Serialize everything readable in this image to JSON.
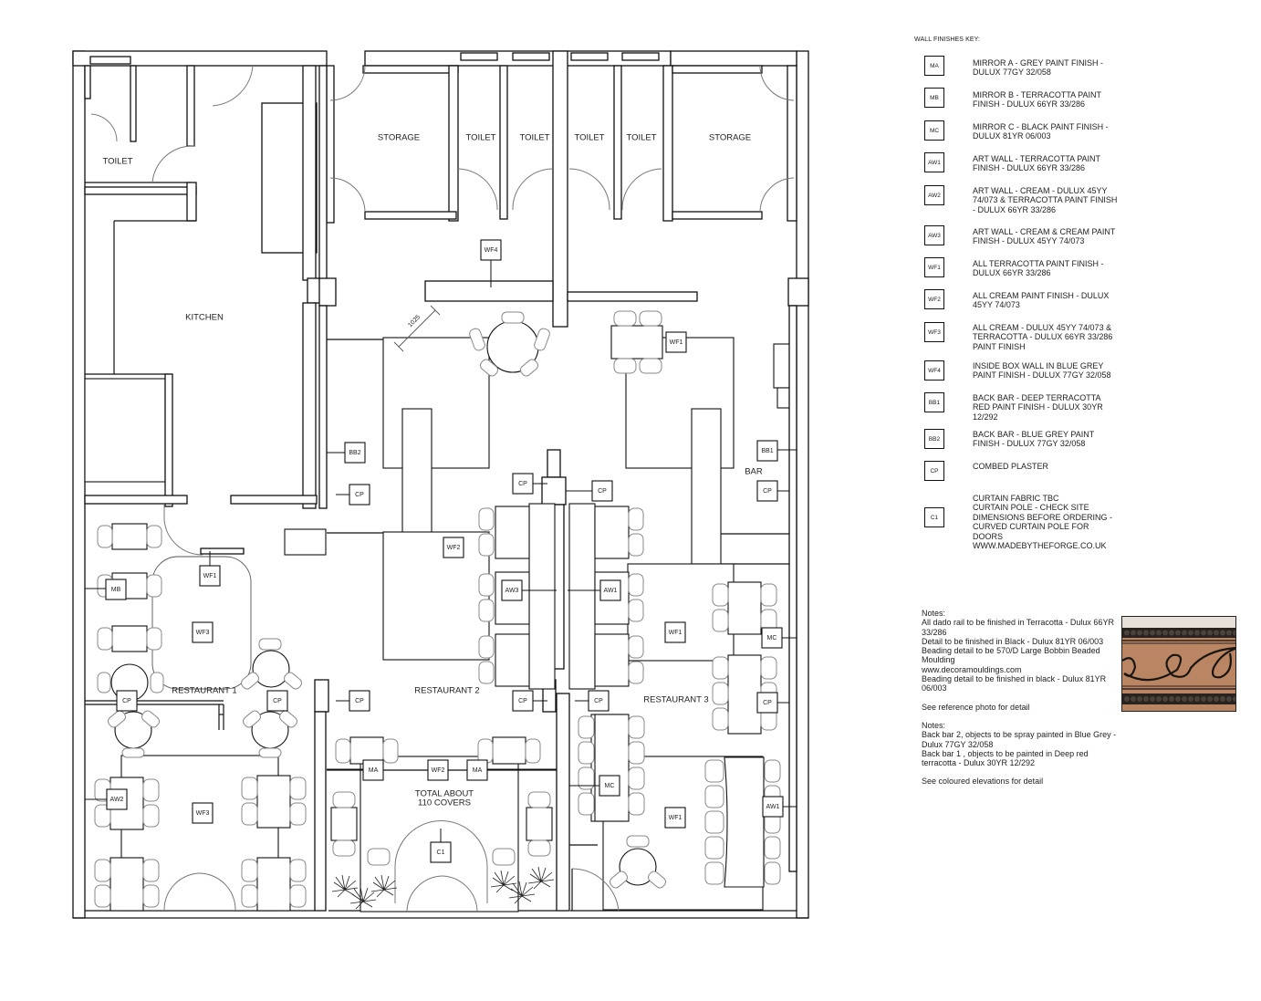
{
  "plan": {
    "rooms": {
      "toilet_left": "TOILET",
      "kitchen": "KITCHEN",
      "storage_1": "STORAGE",
      "toilet_1": "TOILET",
      "toilet_2": "TOILET",
      "toilet_3": "TOILET",
      "toilet_4": "TOILET",
      "storage_2": "STORAGE",
      "bar": "BAR",
      "restaurant_1": "RESTAURANT 1",
      "restaurant_2": "RESTAURANT 2",
      "restaurant_3": "RESTAURANT 3",
      "covers_line1": "TOTAL ABOUT",
      "covers_line2": "110 COVERS"
    },
    "dimension": "1025",
    "tags": {
      "wf4": "WF4",
      "wf1_top": "WF1",
      "bb2": "BB2",
      "bb1": "BB1",
      "cp_r2_left_upper": "CP",
      "cp_center_left_upper": "CP",
      "cp_center_right_upper": "CP",
      "cp_bar": "CP",
      "wf2_upper": "WF2",
      "aw3": "AW3",
      "aw1": "AW1",
      "wf1_r1": "WF1",
      "mb": "MB",
      "wf3_r1": "WF3",
      "wf1_r3": "WF1",
      "mc_r3": "MC",
      "cp_r1_left": "CP",
      "cp_r1_right": "CP",
      "cp_r2_left_lower": "CP",
      "cp_center_left_lower": "CP",
      "cp_center_right_lower": "CP",
      "cp_r3_right": "CP",
      "ma_left": "MA",
      "wf2_lower": "WF2",
      "ma_right": "MA",
      "c1": "C1",
      "aw2": "AW2",
      "wf3_lower": "WF3",
      "mc_lower": "MC",
      "wf1_lower": "WF1",
      "aw_lower_right": "AW1"
    }
  },
  "key": {
    "title": "WALL FINISHES KEY:",
    "items": [
      {
        "code": "MA",
        "desc": "MIRROR A - GREY PAINT FINISH - DULUX 77GY 32/058"
      },
      {
        "code": "MB",
        "desc": "MIRROR B - TERRACOTTA PAINT FINISH - DULUX 66YR 33/286"
      },
      {
        "code": "MC",
        "desc": "MIRROR C - BLACK PAINT FINISH - DULUX 81YR 06/003"
      },
      {
        "code": "AW1",
        "desc": "ART WALL - TERRACOTTA PAINT FINISH - DULUX 66YR 33/286"
      },
      {
        "code": "AW2",
        "desc": "ART WALL - CREAM - DULUX 45YY 74/073 & TERRACOTTA PAINT FINISH - DULUX 66YR 33/286"
      },
      {
        "code": "AW3",
        "desc": "ART WALL - CREAM & CREAM PAINT FINISH - DULUX 45YY 74/073"
      },
      {
        "code": "WF1",
        "desc": "ALL TERRACOTTA PAINT FINISH - DULUX 66YR 33/286"
      },
      {
        "code": "WF2",
        "desc": "ALL CREAM PAINT FINISH - DULUX 45YY 74/073"
      },
      {
        "code": "WF3",
        "desc": "ALL CREAM - DULUX 45YY 74/073 & TERRACOTTA - DULUX 66YR 33/286 PAINT FINISH"
      },
      {
        "code": "WF4",
        "desc": "INSIDE BOX WALL IN BLUE GREY PAINT FINISH - DULUX 77GY 32/058"
      },
      {
        "code": "BB1",
        "desc": "BACK BAR - DEEP TERRACOTTA RED PAINT FINISH - DULUX 30YR 12/292"
      },
      {
        "code": "BB2",
        "desc": "BACK BAR - BLUE GREY PAINT FINISH - DULUX 77GY 32/058"
      },
      {
        "code": "CP",
        "desc": "COMBED PLASTER"
      },
      {
        "code": "C1",
        "desc_lines": [
          "CURTAIN FABRIC TBC",
          "CURTAIN POLE - CHECK SITE DIMENSIONS BEFORE ORDERING - CURVED CURTAIN POLE FOR DOORS",
          "WWW.MADEBYTHEFORGE.CO.UK"
        ]
      }
    ]
  },
  "notes": {
    "block1": {
      "heading": "Notes:",
      "lines": [
        "All dado rail to be finished in Terracotta - Dulux 66YR 33/286",
        "Detail to be finished in Black - Dulux 81YR 06/003",
        "Beading detail to be 570/D Large Bobbin Beaded Moulding",
        "www.decoramouldings.com",
        "Beading detail to be finished in black - Dulux 81YR 06/003"
      ],
      "footer": "See reference photo for detail"
    },
    "block2": {
      "heading": "Notes:",
      "lines": [
        "Back bar 2, objects to be spray painted in Blue Grey - Dulux 77GY 32/058",
        "Back bar 1 , objects to be painted in Deep red terracotta - Dulux 30YR 12/292"
      ],
      "footer": "See coloured elevations for detail"
    }
  },
  "reference_photo": {
    "subject": "bobbin-beaded-moulding-dado-detail",
    "colors": {
      "base": "#b98563",
      "bead": "#2a2420",
      "top": "#e6e0d8"
    }
  }
}
